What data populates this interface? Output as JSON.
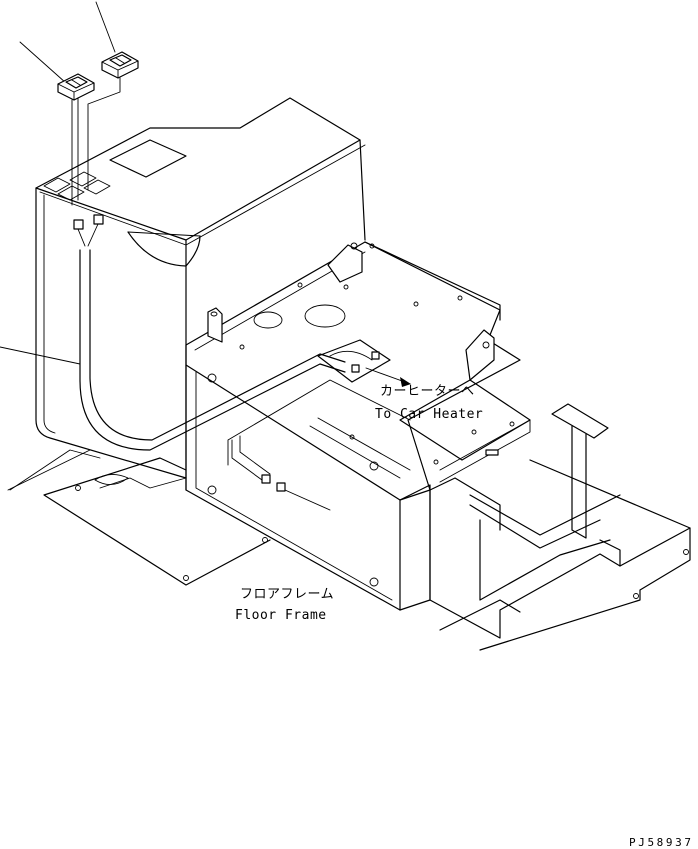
{
  "labels": {
    "car_heater_jp": "カーヒーターへ",
    "car_heater_en": "To Car Heater",
    "floor_frame_jp": "フロアフレーム",
    "floor_frame_en": "Floor Frame",
    "drawing_code": "PJ58937"
  }
}
